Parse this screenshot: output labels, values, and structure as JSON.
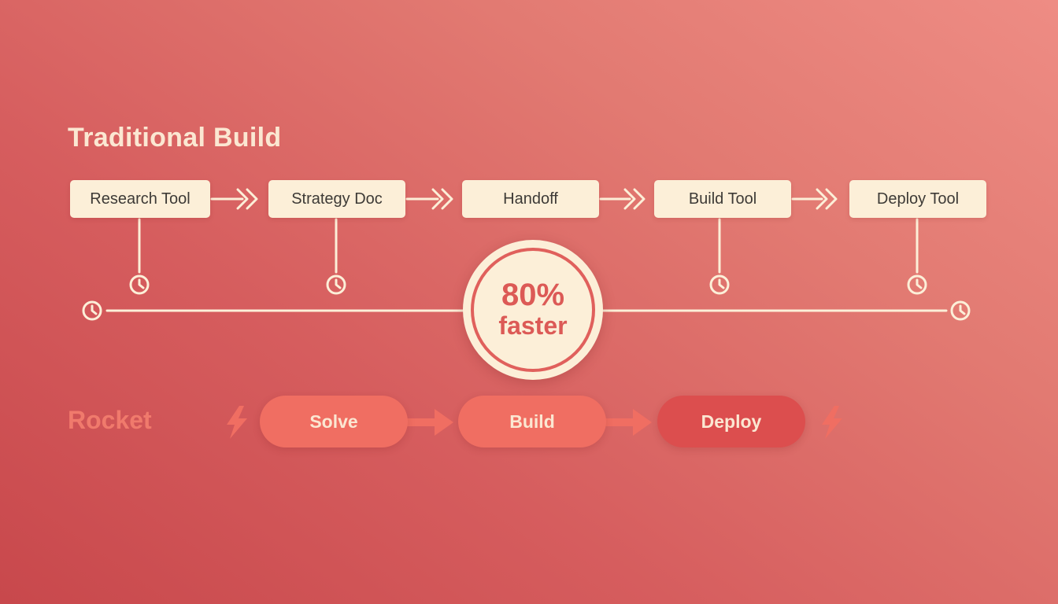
{
  "traditional": {
    "title": "Traditional Build",
    "steps": [
      "Research Tool",
      "Strategy Doc",
      "Handoff",
      "Build Tool",
      "Deploy Tool"
    ]
  },
  "badge": {
    "value": "80%",
    "label": "faster"
  },
  "rocket": {
    "title": "Rocket",
    "steps": [
      "Solve",
      "Build",
      "Deploy"
    ]
  },
  "icons": {
    "arrow": "double-chevron-arrow-icon",
    "clock": "clock-icon",
    "bolt": "lightning-bolt-icon"
  },
  "colors": {
    "background": "#d65d5e",
    "cream": "#fcefd8",
    "accent": "#dc5a56",
    "pill": "#f06e62",
    "pill_dark": "#dc4e4e"
  }
}
